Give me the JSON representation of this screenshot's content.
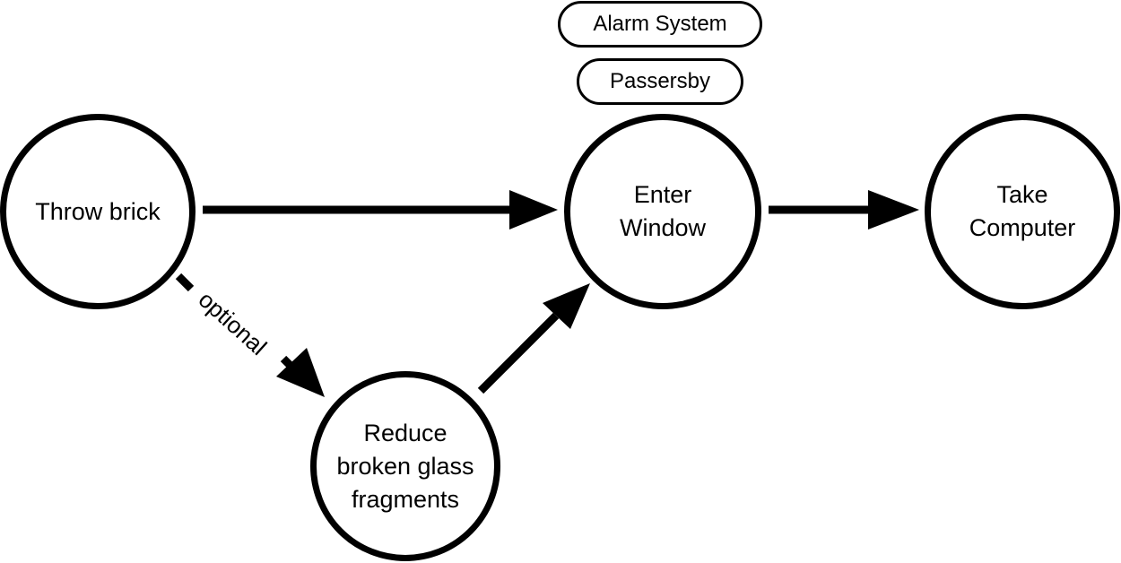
{
  "nodes": {
    "throw_brick": "Throw brick",
    "enter_window": "Enter\nWindow",
    "take_computer": "Take\nComputer",
    "reduce_glass": "Reduce\nbroken glass\nfragments"
  },
  "conditions": {
    "alarm_system": "Alarm System",
    "passersby": "Passersby"
  },
  "edges": {
    "optional_label": "optional"
  }
}
